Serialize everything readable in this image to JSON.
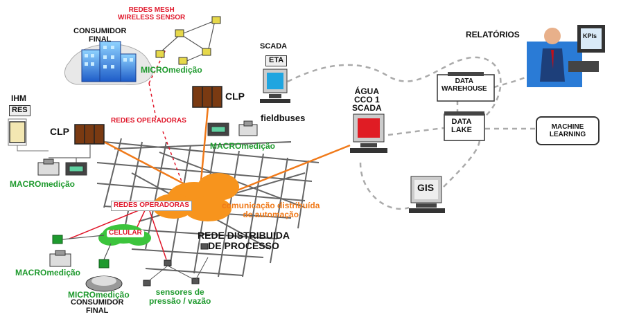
{
  "labels": {
    "mesh_title": "REDES MESH\nWIRELESS SENSOR",
    "consumer_top": "CONSUMIDOR\nFINAL",
    "micro_top": "MICROmedição",
    "scada_top": "SCADA",
    "eta": "ETA",
    "clp_center": "CLP",
    "fieldbuses": "fieldbuses",
    "macro_center": "MACROmedição",
    "ihm": "IHM",
    "res": "RES",
    "clp_left": "CLP",
    "redes_operadoras_top": "REDES OPERADORAS",
    "macro_left": "MACROmedição",
    "agua_scada": "ÁGUA\nCCO 1\nSCADA",
    "redes_operadoras_mid": "REDES OPERADORAS",
    "comunicacao": "comunicação distribuída\nde automação",
    "celular": "CELULAR",
    "rede_distribuida": "REDE DISTRIBUIDA\nDE PROCESSO",
    "macro_bottom": "MACROmedição",
    "micro_bottom": "MICROmedição",
    "consumer_bottom": "CONSUMIDOR\nFINAL",
    "sensores": "sensores de\npressão / vazão",
    "gis": "GIS",
    "relatorios": "RELATÓRIOS",
    "kpis": "KPIs",
    "data_warehouse": "DATA\nWAREHOUSE",
    "data_lake": "DATA\nLAKE",
    "machine_learning": "MACHINE\nLEARNING"
  },
  "colors": {
    "red_text": "#e0182b",
    "green_text": "#1f9a2e",
    "orange": "#f07a1a",
    "cloud_orange": "#f7941d",
    "cloud_green": "#3cc43c",
    "clp_brown": "#7a3a12",
    "screen_blue": "#1fa5e0",
    "screen_red": "#e01c24",
    "building_blue": "#2a6fd6"
  }
}
